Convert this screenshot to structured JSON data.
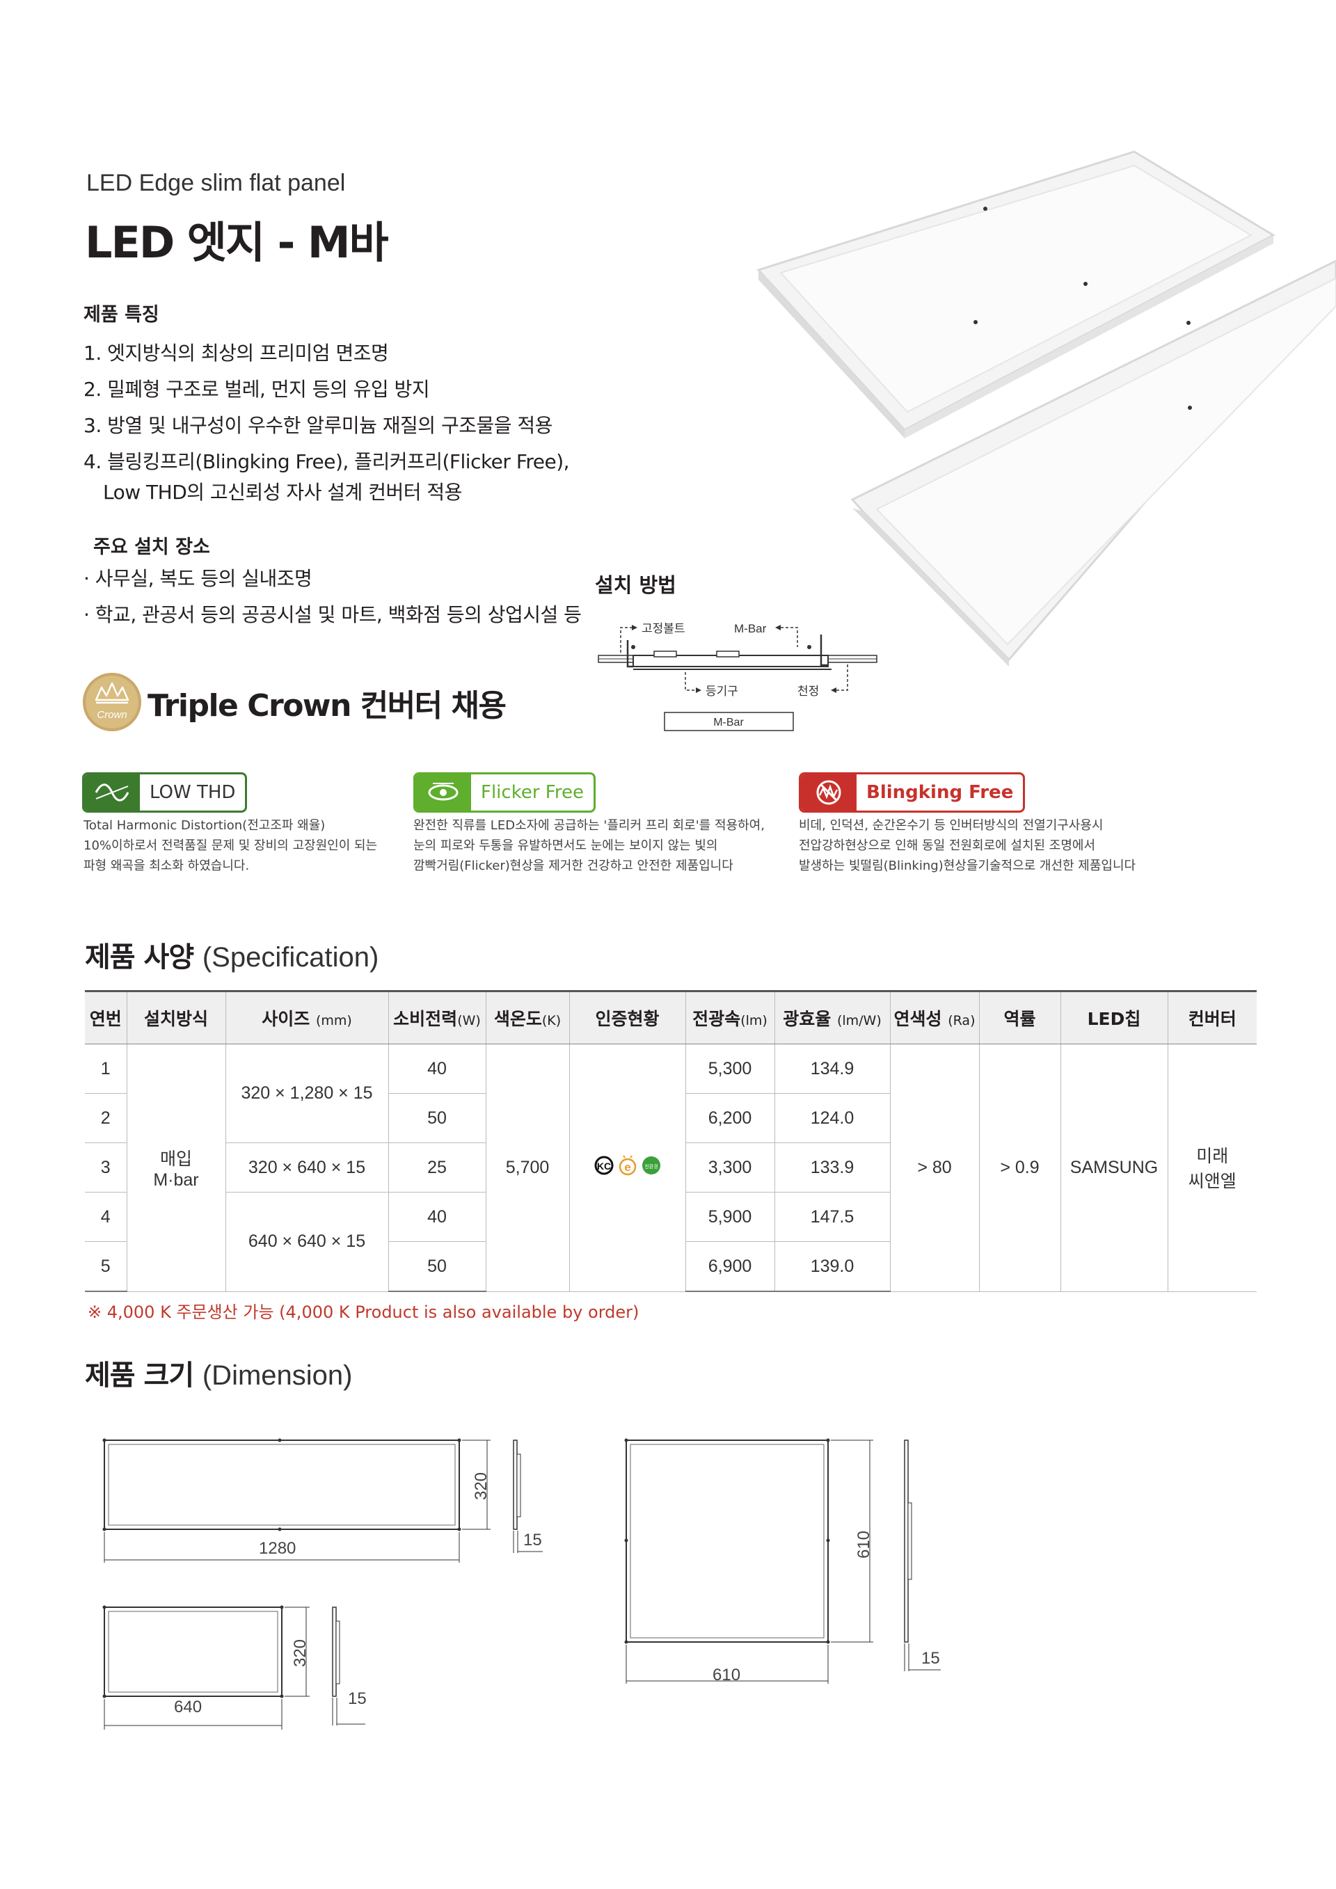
{
  "header": {
    "subtitle": "LED Edge slim flat panel",
    "title": "LED 엣지 - M바"
  },
  "features": {
    "heading": "제품 특징",
    "items": [
      "1. 엣지방식의 최상의 프리미엄 면조명",
      "2. 밀폐형 구조로 벌레, 먼지 등의 유입 방지",
      "3. 방열 및 내구성이 우수한 알루미늄 재질의 구조물을 적용",
      "4. 블링킹프리(Blingking Free), 플리커프리(Flicker Free),"
    ],
    "item4_cont": "Low THD의 고신뢰성 자사 설계 컨버터 적용"
  },
  "places": {
    "heading": "주요 설치 장소",
    "items": [
      "· 사무실, 복도 등의 실내조명",
      "· 학교, 관공서 등의 공공시설 및 마트, 백화점 등의 상업시설 등"
    ]
  },
  "crown": {
    "logo_text": "Crown",
    "title": "Triple Crown 컨버터 채용"
  },
  "install": {
    "heading": "설치 방법",
    "labels": {
      "bolt": "고정볼트",
      "mbar_top": "M-Bar",
      "fixture": "등기구",
      "ceiling": "천정",
      "mbar_box": "M-Bar"
    }
  },
  "badges": [
    {
      "label": "LOW THD",
      "color": "#3c7a2e",
      "icon": "sine-wave-icon",
      "desc": [
        "Total Harmonic Distortion(전고조파 왜율)",
        "10%이하로서 전력품질 문제 및 장비의 고장원인이 되는",
        "파형 왜곡을 최소화 하였습니다."
      ]
    },
    {
      "label": "Flicker Free",
      "color": "#5fae2e",
      "icon": "eye-icon",
      "desc": [
        "완전한 직류를 LED소자에 공급하는 '플리커 프리 회로'를 적용하여,",
        "눈의 피로와 두통을 유발하면서도 눈에는 보이지 않는 빛의",
        "깜빡거림(Flicker)현상을 제거한 건강하고 안전한 제품입니다"
      ]
    },
    {
      "label": "Blingking Free",
      "color": "#c8312b",
      "icon": "blink-wave-icon",
      "desc": [
        "비데, 인덕션, 순간온수기 등 인버터방식의 전열기구사용시",
        "전압강하현상으로 인해 동일 전원회로에 설치된 조명에서",
        "발생하는 빛떨림(Blinking)현상을기술적으로 개선한 제품입니다"
      ]
    }
  ],
  "spec": {
    "heading": "제품 사양",
    "heading_en": "(Specification)",
    "columns": [
      {
        "label": "연번",
        "unit": ""
      },
      {
        "label": "설치방식",
        "unit": ""
      },
      {
        "label": "사이즈",
        "unit": "(mm)"
      },
      {
        "label": "소비전력",
        "unit": "(W)"
      },
      {
        "label": "색온도",
        "unit": "(K)"
      },
      {
        "label": "인증현황",
        "unit": ""
      },
      {
        "label": "전광속",
        "unit": "(lm)"
      },
      {
        "label": "광효율",
        "unit": "(lm/W)"
      },
      {
        "label": "연색성",
        "unit": "(Ra)"
      },
      {
        "label": "역률",
        "unit": ""
      },
      {
        "label": "LED칩",
        "unit": ""
      },
      {
        "label": "컨버터",
        "unit": ""
      }
    ],
    "rows": [
      {
        "no": "1",
        "watt": "40",
        "lumen": "5,300",
        "eff": "134.9"
      },
      {
        "no": "2",
        "watt": "50",
        "lumen": "6,200",
        "eff": "124.0"
      },
      {
        "no": "3",
        "watt": "25",
        "lumen": "3,300",
        "eff": "133.9"
      },
      {
        "no": "4",
        "watt": "40",
        "lumen": "5,900",
        "eff": "147.5"
      },
      {
        "no": "5",
        "watt": "50",
        "lumen": "6,900",
        "eff": "139.0"
      }
    ],
    "install_type": [
      "매입",
      "M·bar"
    ],
    "sizes": [
      "320 × 1,280 × 15",
      "320 × 640 × 15",
      "640 × 640 × 15"
    ],
    "cct": "5,700",
    "cert_marks": [
      "KC",
      "e",
      "친환경"
    ],
    "ra": "> 80",
    "pf": "> 0.9",
    "chip": "SAMSUNG",
    "converter": [
      "미래",
      "씨앤엘"
    ]
  },
  "note": "※  4,000 K 주문생산 가능 (4,000 K Product is also available by order)",
  "dimension": {
    "heading": "제품 크기",
    "heading_en": "(Dimension)",
    "d1": {
      "w": "1280",
      "h": "320",
      "t": "15"
    },
    "d2": {
      "w": "640",
      "h": "320",
      "t": "15"
    },
    "d3": {
      "w": "610",
      "h": "610",
      "t": "15"
    }
  },
  "colors": {
    "accent_red": "#c0392b",
    "header_bg": "#efefef"
  }
}
